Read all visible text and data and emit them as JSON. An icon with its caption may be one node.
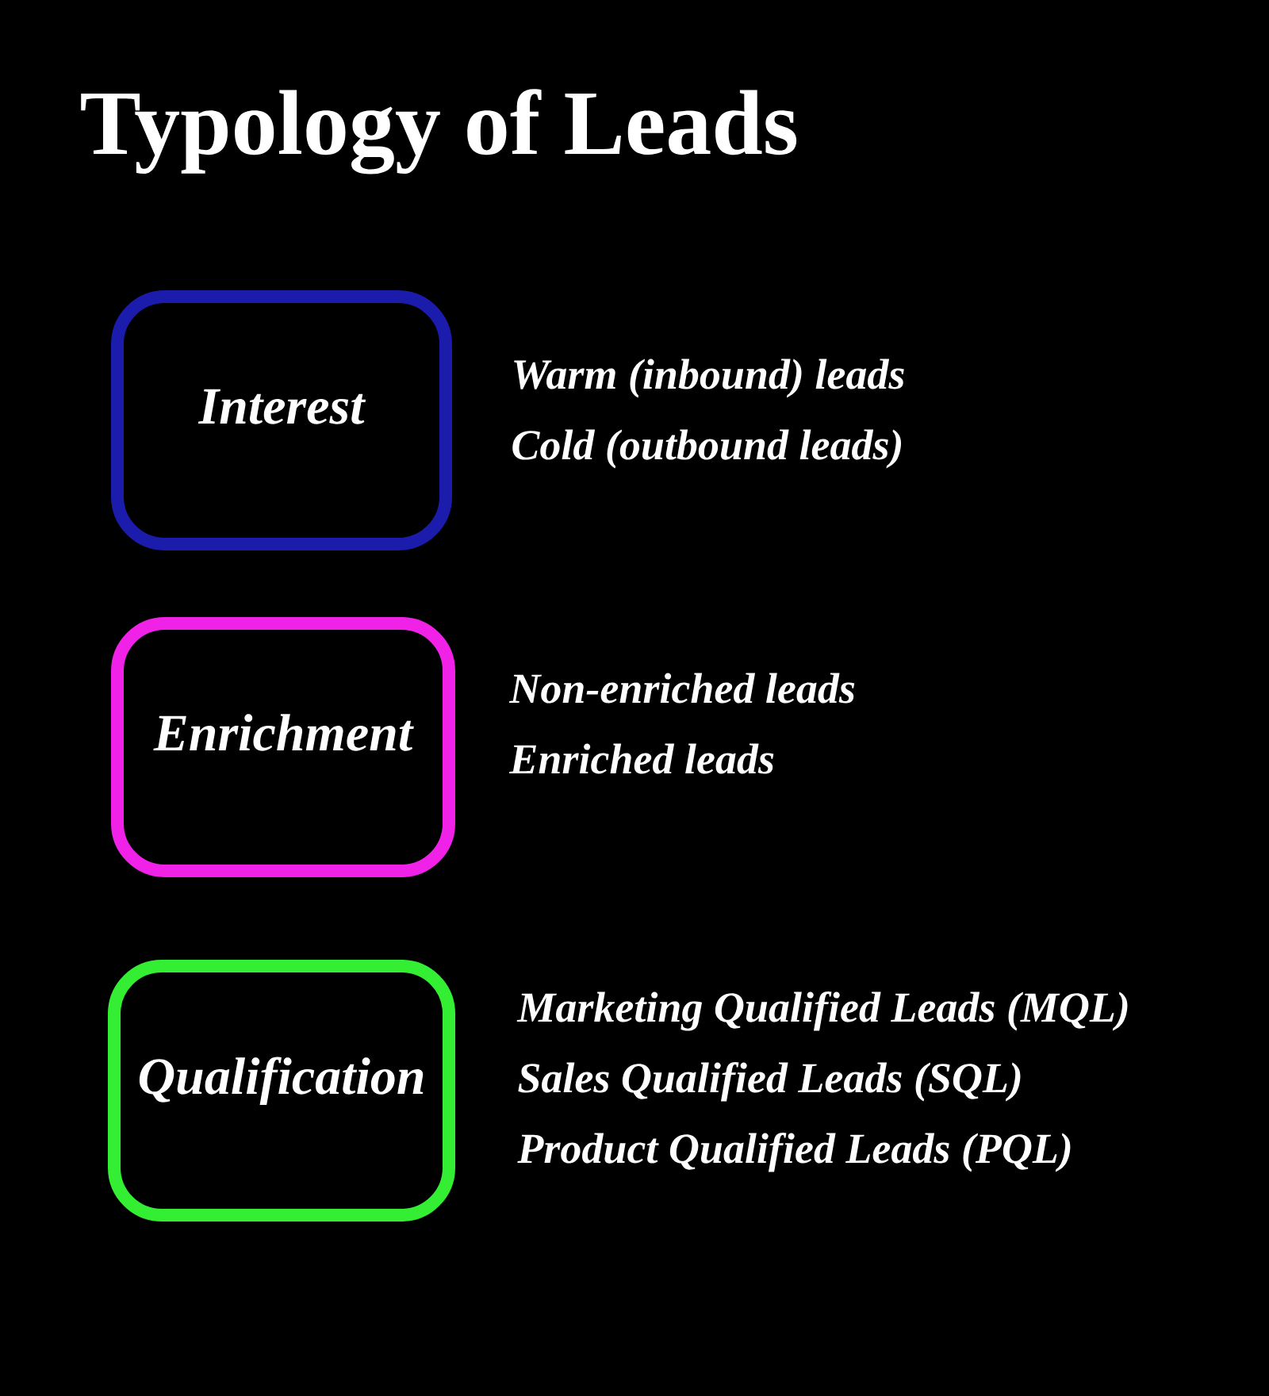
{
  "diagram": {
    "title": "Typology of Leads",
    "nodes": [
      {
        "text": [
          "Interest"
        ],
        "beside": [
          "Warm (inbound) leads",
          "Cold (outbound leads)"
        ]
      },
      {
        "text": [
          "Enrichment"
        ],
        "beside": [
          "Non-enriched leads",
          "Enriched leads"
        ]
      },
      {
        "text": [
          "Qualification"
        ],
        "beside": [
          "Marketing Qualified Leads (MQL)",
          "Sales Qualified Leads (SQL)",
          "Product Qualified Leads (PQL)"
        ]
      }
    ]
  }
}
